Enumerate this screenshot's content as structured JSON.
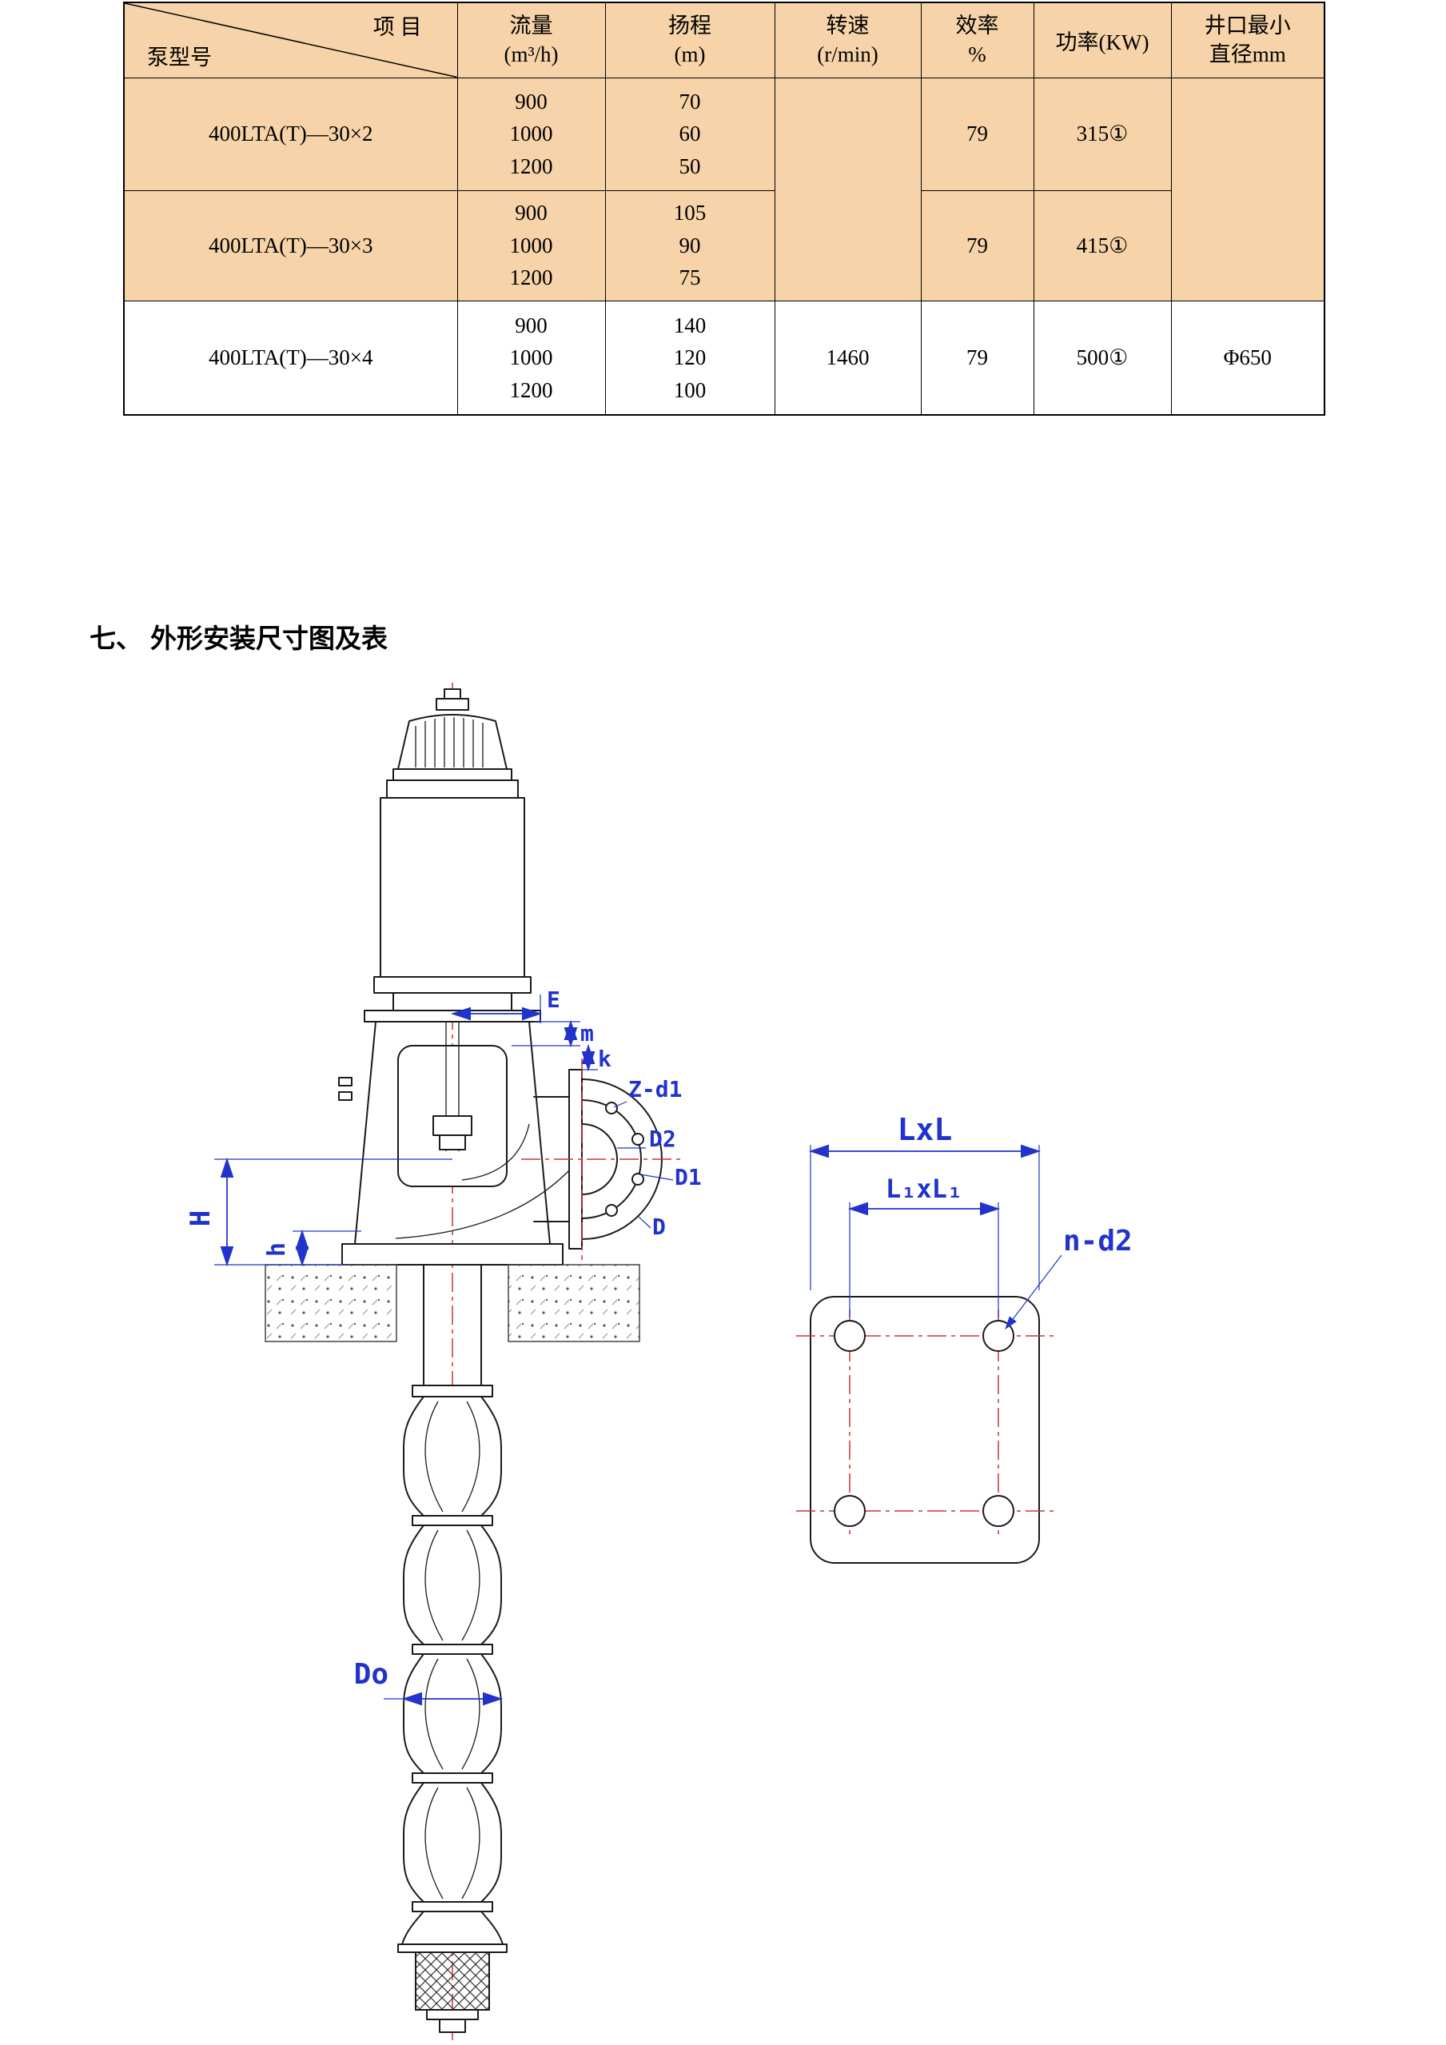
{
  "page": {
    "background": "#ffffff"
  },
  "table": {
    "corner": {
      "top": "项  目",
      "bottom": "泵型号"
    },
    "headers": {
      "flow": [
        "流量",
        "(m³/h)"
      ],
      "head": [
        "扬程",
        "(m)"
      ],
      "speed": [
        "转速",
        "(r/min)"
      ],
      "eff": [
        "效率",
        "%"
      ],
      "power": [
        "功率(KW)"
      ],
      "well": [
        "井口最小",
        "直径mm"
      ]
    },
    "rows": [
      {
        "model": "400LTA(T)—30×2",
        "flow": [
          "900",
          "1000",
          "1200"
        ],
        "head": [
          "70",
          "60",
          "50"
        ],
        "speed": "",
        "eff": "79",
        "power": "315①",
        "well": ""
      },
      {
        "model": "400LTA(T)—30×3",
        "flow": [
          "900",
          "1000",
          "1200"
        ],
        "head": [
          "105",
          "90",
          "75"
        ],
        "speed": "",
        "eff": "79",
        "power": "415①",
        "well": ""
      },
      {
        "model": "400LTA(T)—30×4",
        "flow": [
          "900",
          "1000",
          "1200"
        ],
        "head": [
          "140",
          "120",
          "100"
        ],
        "speed": "1460",
        "eff": "79",
        "power": "500①",
        "well": "Φ650"
      }
    ],
    "colors": {
      "band": "#f6d3a8",
      "row3": "#ffffff",
      "border": "#000000"
    }
  },
  "section": {
    "number": "七、",
    "title": "外形安装尺寸图及表"
  },
  "drawing": {
    "labels": {
      "E": "E",
      "m": "m",
      "k": "k",
      "zd1": "Z-d1",
      "d2": "D2",
      "d1": "D1",
      "d": "D",
      "H": "H",
      "h": "h",
      "do": "Do",
      "lxl": "LxL",
      "l1xl1": "L₁xL₁",
      "nd2": "n-d2"
    },
    "colors": {
      "dimension": "#2233cc",
      "centerline": "#cc3333",
      "outline": "#1a1a1a"
    }
  }
}
